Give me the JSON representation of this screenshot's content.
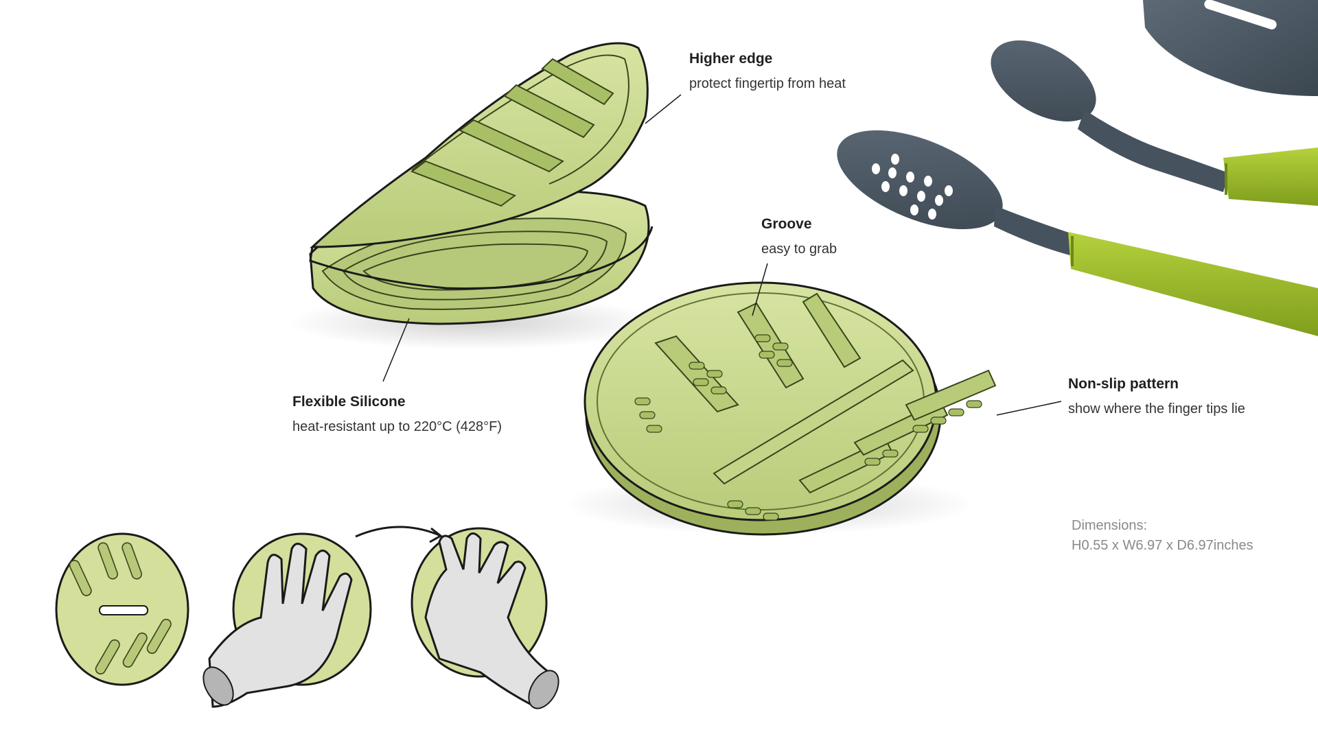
{
  "callouts": {
    "higher_edge": {
      "title": "Higher edge",
      "desc": "protect fingertip from heat"
    },
    "groove": {
      "title": "Groove",
      "desc": "easy to grab"
    },
    "flexible": {
      "title": "Flexible Silicone",
      "desc": "heat-resistant up to 220°C (428°F)"
    },
    "nonslip": {
      "title": "Non-slip pattern",
      "desc": "show where the finger tips lie"
    }
  },
  "dimensions": {
    "label": "Dimensions:",
    "value": "H0.55 x W6.97 x D6.97inches"
  },
  "colors": {
    "silicone": "#c9d98e",
    "silicone_dark": "#8fa55a",
    "handle_green": "#97b92c",
    "utensil_gray": "#4d5a66",
    "outline": "#1a1a1a",
    "glove": "#e2e2e2"
  }
}
